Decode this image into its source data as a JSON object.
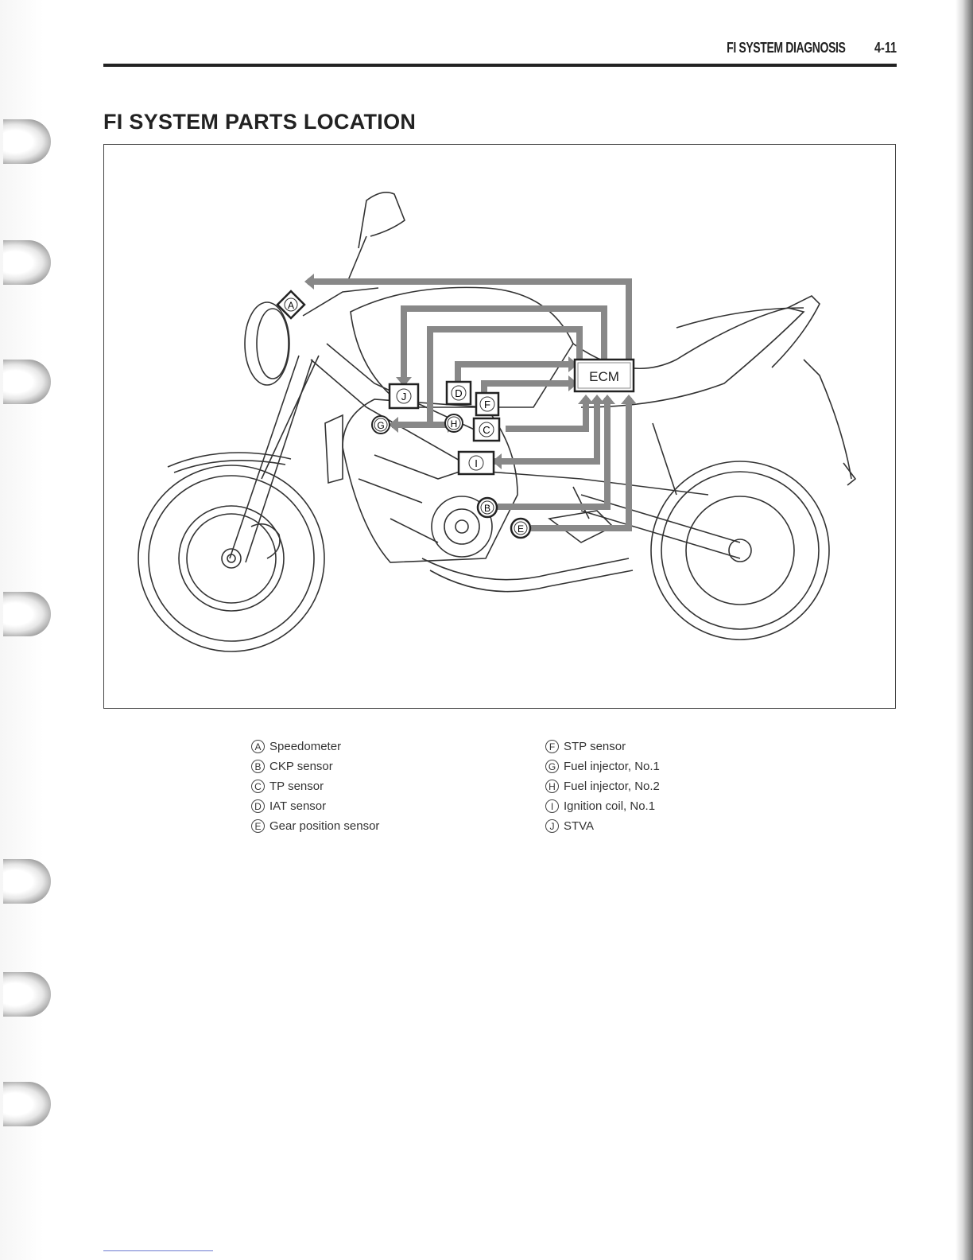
{
  "header": {
    "title": "FI SYSTEM DIAGNOSIS",
    "page": "4-11"
  },
  "section_title": "FI SYSTEM PARTS LOCATION",
  "diagram": {
    "ecm_label": "ECM",
    "markers": {
      "A": "A",
      "B": "B",
      "C": "C",
      "D": "D",
      "E": "E",
      "F": "F",
      "G": "G",
      "H": "H",
      "I": "I",
      "J": "J"
    }
  },
  "legend": {
    "left": [
      {
        "letter": "A",
        "text": "Speedometer"
      },
      {
        "letter": "B",
        "text": "CKP sensor"
      },
      {
        "letter": "C",
        "text": "TP sensor"
      },
      {
        "letter": "D",
        "text": "IAT sensor"
      },
      {
        "letter": "E",
        "text": "Gear position sensor"
      }
    ],
    "right": [
      {
        "letter": "F",
        "text": "STP sensor"
      },
      {
        "letter": "G",
        "text": "Fuel injector, No.1"
      },
      {
        "letter": "H",
        "text": "Fuel injector, No.2"
      },
      {
        "letter": "I",
        "text": "Ignition coil, No.1"
      },
      {
        "letter": "J",
        "text": "STVA"
      }
    ]
  }
}
